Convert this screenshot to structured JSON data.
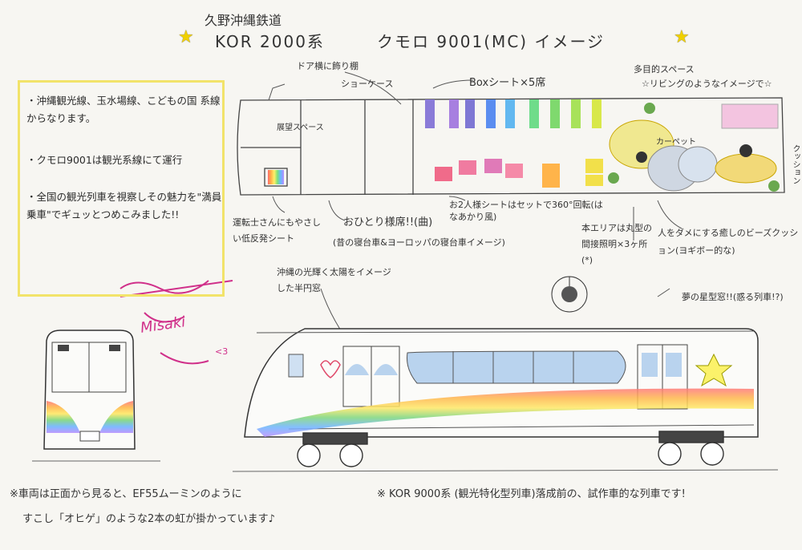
{
  "header": {
    "company": "久野沖縄鉄道",
    "title_left": "KOR 2000系",
    "title_right": "クモロ 9001(MC) イメージ",
    "star_left": "★",
    "star_right": "★"
  },
  "notes": {
    "line1": "・沖縄観光線、玉水場線、こどもの国 系線からなります。",
    "line2": "・クモロ9001は観光系線にて運行",
    "line3": "・全国の観光列車を視察しその魅力を\"満員乗車\"でギュッとつめこみました!!"
  },
  "plan_labels": {
    "door_shelf": "ドア横に飾り棚",
    "showcase": "ショーケース",
    "box_seat": "Boxシート×5席",
    "multi_space": "多目的スペース",
    "living_image": "☆リビングのようなイメージで☆",
    "observation": "展望スペース",
    "carpet": "カーペット",
    "pair_seat": "お2人様シートはセットで360°回転(はなあかり風)",
    "driver_seat": "運転士さんにもやさしい低反発シート",
    "single_seat": "おひとり様席!!(曲)",
    "single_seat_note": "(昔の寝台車&ヨーロッパの寝台車イメージ)",
    "area_light": "本エリアは丸型の間接照明×3ヶ所(*)",
    "bead_cushion": "人をダメにする癒しのビーズクッション(ヨギボー的な)",
    "window_note": "沖縄の光輝く太陽をイメージした半円窓",
    "star_window": "夢の星型窓!!(惑る列車!?)",
    "right_edge": "クッション"
  },
  "signature": {
    "text": "Misaki",
    "hearts": "<3"
  },
  "footer": {
    "left_line1": "※車両は正面から見ると、EF55ムーミンのように",
    "left_line2": "すこし「オヒゲ」のような2本の虹が掛かっています♪",
    "right": "※ KOR 9000系 (観光特化型列車)落成前の、試作車的な列車です!"
  },
  "colors": {
    "star": "#f0d000",
    "note_box": "#f2e36a",
    "window": "#b9d3ee",
    "signature": "#d0308a"
  }
}
